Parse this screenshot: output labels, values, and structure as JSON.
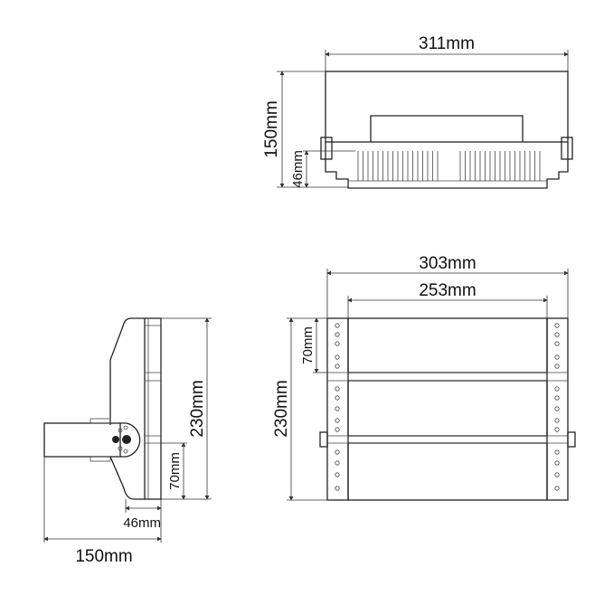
{
  "top_view": {
    "width_label": "311mm",
    "height_label": "150mm",
    "base_label": "46mm"
  },
  "front_view": {
    "outer_width_label": "303mm",
    "inner_width_label": "253mm",
    "height_label": "230mm",
    "module_label": "70mm"
  },
  "side_view": {
    "height_label": "230mm",
    "module_label": "70mm",
    "depth_label": "46mm",
    "total_label": "150mm"
  }
}
